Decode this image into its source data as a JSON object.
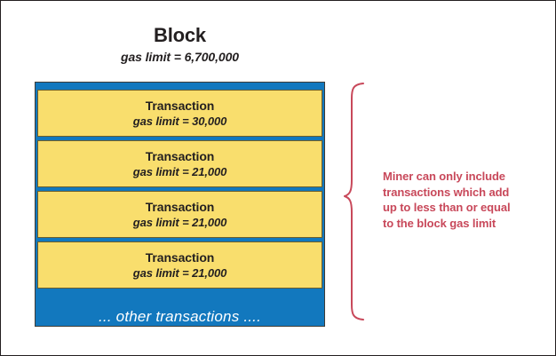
{
  "diagram": {
    "title": "Block",
    "subtitle": "gas limit = 6,700,000",
    "transactions": [
      {
        "label": "Transaction",
        "gas_limit": "gas limit = 30,000"
      },
      {
        "label": "Transaction",
        "gas_limit": "gas limit = 21,000"
      },
      {
        "label": "Transaction",
        "gas_limit": "gas limit = 21,000"
      },
      {
        "label": "Transaction",
        "gas_limit": "gas limit = 21,000"
      }
    ],
    "other_transactions_label": "... other transactions ....",
    "annotation": {
      "lines": [
        "Miner can only include",
        "transactions which add",
        "up to less than or equal",
        "to the block gas limit"
      ]
    },
    "colors": {
      "block_blue": "#1278be",
      "transaction_yellow": "#f9de6d",
      "annotation_red": "#c8485a",
      "text_dark": "#231f20",
      "frame_border": "#231f20"
    },
    "icons": {
      "brace": "curly-brace-icon"
    }
  }
}
